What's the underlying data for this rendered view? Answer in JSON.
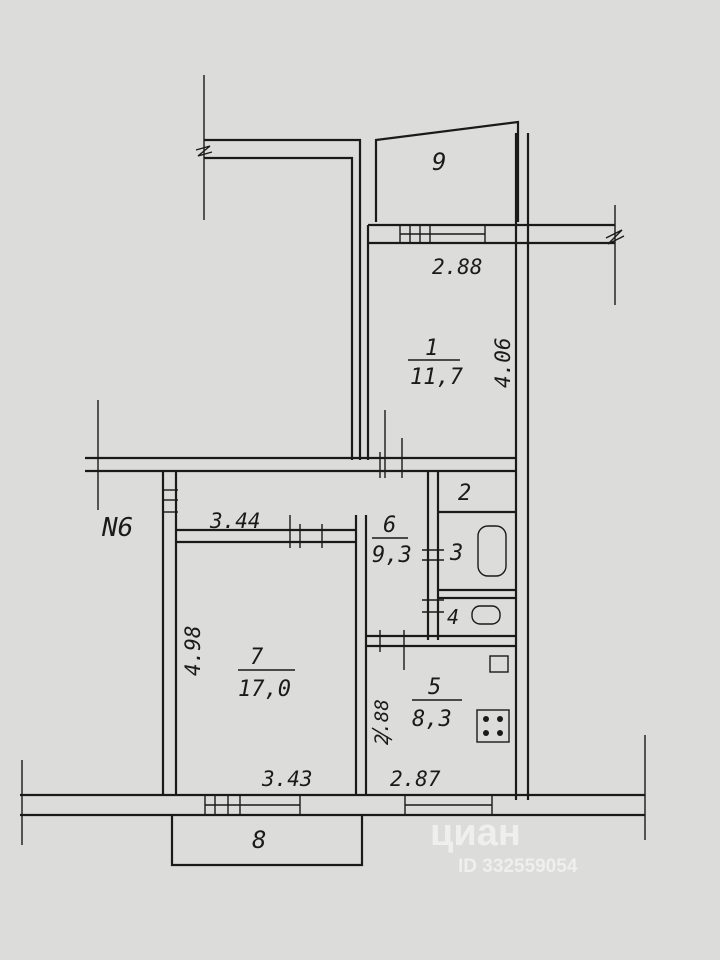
{
  "plan": {
    "flat_number": "N6",
    "rooms": [
      {
        "id": "1",
        "area": "11,7"
      },
      {
        "id": "2"
      },
      {
        "id": "3"
      },
      {
        "id": "4"
      },
      {
        "id": "5",
        "area": "8,3"
      },
      {
        "id": "6",
        "area": "9,3"
      },
      {
        "id": "7",
        "area": "17,0"
      },
      {
        "id": "8"
      },
      {
        "id": "9"
      }
    ],
    "dimensions": {
      "room1_width": "2.88",
      "room1_length": "4.06",
      "room7_top": "3.44",
      "room7_side": "4.98",
      "room7_bottom": "3.43",
      "room5_bottom": "2.87",
      "room5_side": "2.88"
    }
  },
  "watermark": {
    "brand": "циан",
    "id": "ID 332559054"
  },
  "colors": {
    "paper": "#dcdcdb",
    "ink": "#1a1a1a"
  }
}
